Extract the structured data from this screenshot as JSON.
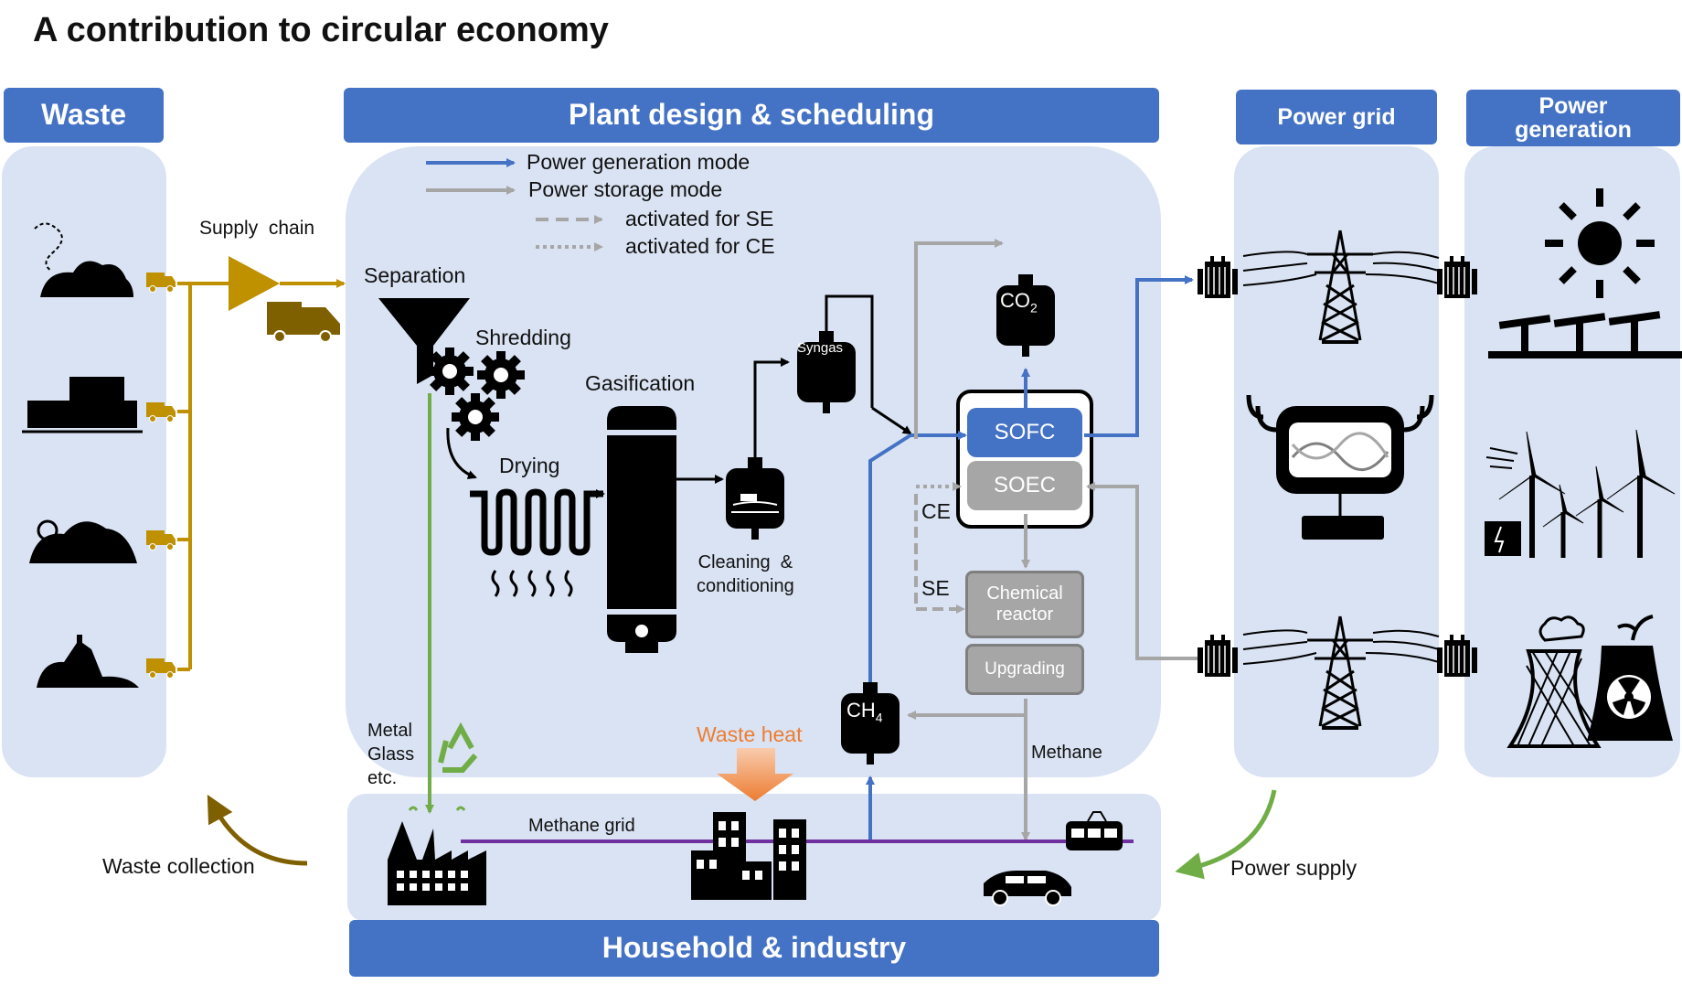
{
  "title": "A contribution to circular economy",
  "headers": {
    "waste": "Waste",
    "plant": "Plant design & scheduling",
    "power_grid": "Power grid",
    "power_generation": "Power generation",
    "household": "Household & industry"
  },
  "legend": {
    "generation_mode": "Power generation mode",
    "storage_mode": "Power storage mode",
    "se": "activated for SE",
    "ce": "activated for CE"
  },
  "process": {
    "supply_chain": "Supply  chain",
    "separation": "Separation",
    "shredding": "Shredding",
    "drying": "Drying",
    "gasification": "Gasification",
    "cleaning": "Cleaning  &\nconditioning",
    "syngas": "Syngas",
    "co2": "CO",
    "co2_sub": "2",
    "ch4": "CH",
    "ch4_sub": "4",
    "sofc": "SOFC",
    "soec": "SOEC",
    "chem_reactor": "Chemical\nreactor",
    "upgrading": "Upgrading",
    "ce": "CE",
    "se": "SE",
    "methane": "Methane",
    "metal_glass": "Metal\nGlass\netc.",
    "waste_heat": "Waste heat",
    "methane_grid": "Methane grid",
    "waste_collection": "Waste collection",
    "power_supply": "Power supply"
  },
  "colors": {
    "header_blue": "#4472c4",
    "panel_fill": "#dae3f3",
    "generation_arrow": "#4472c4",
    "storage_arrow": "#a6a6a6",
    "supply_chain": "#bf9000",
    "recycle_green": "#70ad47",
    "waste_heat": "#ed7d31",
    "methane_grid": "#7030a0",
    "unit_gray": "#a6a6a6"
  },
  "icons": [
    "waste-pile-icon",
    "garbage-truck-icon",
    "funnel-icon",
    "gear-icon",
    "dryer-coil-icon",
    "gasifier-icon",
    "gas-bag-icon",
    "transformer-icon",
    "power-tower-icon",
    "monitor-icon",
    "sun-icon",
    "solar-panel-icon",
    "wind-turbine-icon",
    "cooling-tower-icon",
    "nuclear-icon",
    "factory-icon",
    "buildings-icon",
    "car-icon",
    "tram-icon",
    "recycle-icon"
  ]
}
